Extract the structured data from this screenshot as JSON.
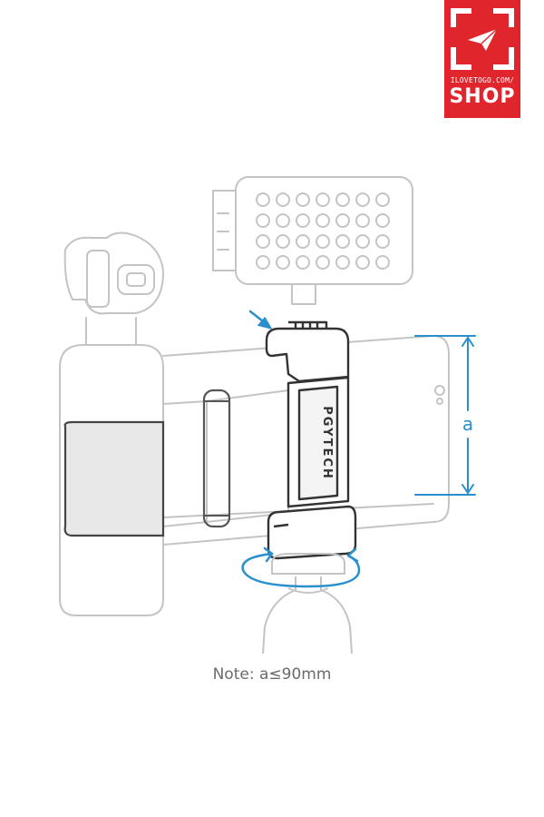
{
  "logo": {
    "site": "ILOVETOGO.COM/",
    "shop": "SHOP",
    "color": "#e0262c"
  },
  "illustration": {
    "brand_text": "PGYTECH",
    "dimension_label": "a",
    "accent_color": "#2a8fcc",
    "line_color": "#bdbdbd",
    "dark_color": "#333333"
  },
  "note": "Note: a≤90mm"
}
